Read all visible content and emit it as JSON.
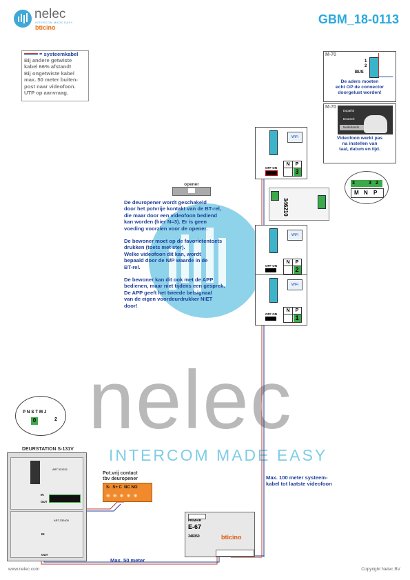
{
  "header": {
    "brand_name": "nelec",
    "brand_tagline": "INTERCOM MADE EASY",
    "brand_partner": "bticino",
    "doc_code": "GBM_18-0113"
  },
  "legend": {
    "cable_label": "= systeemkabel",
    "lines": [
      "Bij andere getwiste",
      "kabel 66% afstand!",
      "Bij ongetwiste kabel",
      "max. 50 meter buiten-",
      "post naar videofoon.",
      "UTP op aanvraag."
    ]
  },
  "m70_top": {
    "label": "M-70",
    "pins": [
      "1",
      "2"
    ],
    "bus": "BUS",
    "note_lines": [
      "De aders moeten",
      "echt OP de connector",
      "doorgelust worden!"
    ]
  },
  "m70_bottom": {
    "label": "M-70",
    "menu": [
      "Español",
      "Deutsch",
      "Nederlands"
    ],
    "note_lines": [
      "Videofoon werkt pas",
      "na instellen van",
      "taal, datum en tijd."
    ]
  },
  "opener": {
    "label": "opener"
  },
  "center_notes": {
    "p1": [
      "De deuropener wordt geschakeld",
      "door het potvrije kontakt van de BT-rel,",
      "die maar door een videofoon bediend",
      "kan worden (hier N=3). Er is geen",
      "voeding voorzien voor de opener."
    ],
    "p2": [
      "De bewoner moet op de favorietentoets",
      "drukken (toets met ster).",
      "Welke videofoon dit kan, wordt",
      "bepaald door de N/P waarde in de",
      "BT-rel."
    ],
    "p3": [
      "De bewoner kan dit ook met de APP",
      "bedienen, maar niet tijdens een gesprek.",
      "De APP geeft het tweede belsignaal",
      "van de eigen voordeurdrukker NIET",
      "door!"
    ]
  },
  "monitors": [
    {
      "wifi": "WiFi",
      "np_header": [
        "N",
        "P"
      ],
      "n": "",
      "p": "3",
      "offon": "OFF ON"
    },
    {
      "wifi": "WiFi",
      "np_header": [
        "N",
        "P"
      ],
      "n": "",
      "p": "2",
      "offon": "OFF ON"
    },
    {
      "wifi": "WiFi",
      "np_header": [
        "N",
        "P"
      ],
      "n": "",
      "p": "1",
      "offon": "OFF ON"
    }
  ],
  "relay": {
    "code": "346210",
    "zoom_labels": [
      "3",
      "3",
      "2"
    ],
    "zoom_pins": [
      "M",
      "N",
      "P"
    ]
  },
  "watermark": {
    "word": "nelec",
    "tagline": "INTERCOM MADE EASY"
  },
  "doorstation": {
    "title": "DEURSTATION S-131V",
    "pins": [
      "P",
      "N",
      "S",
      "T",
      "M",
      "J"
    ],
    "value": "0",
    "jumper": "2",
    "module1_code": "ART.331331",
    "module2_code": "ART.332400",
    "in": "IN",
    "out": "OUT"
  },
  "contact": {
    "title_lines": [
      "Pot.vrij contact",
      "tbv deuropener"
    ],
    "terminals": "S-  S+ C  NC NO"
  },
  "psu": {
    "top": "PRIMAIR",
    "model": "E-67",
    "code": "346050",
    "brand": "bticino"
  },
  "annotations": {
    "max100": [
      "Max. 100 meter systeem-",
      "kabel tot laatste videofoon"
    ],
    "max50": "Max. 50 meter"
  },
  "footer": {
    "left": "www.nelec.com",
    "right": "Copyright Nelec BV"
  }
}
